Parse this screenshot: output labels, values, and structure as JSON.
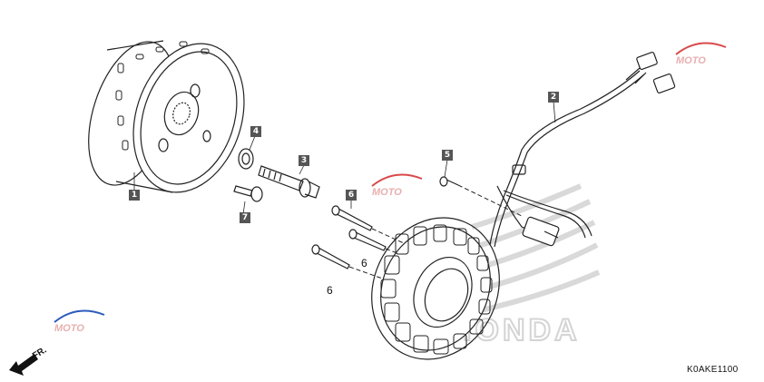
{
  "callouts": [
    {
      "id": "1",
      "part": "flywheel"
    },
    {
      "id": "2",
      "part": "wire-harness"
    },
    {
      "id": "3",
      "part": "flange-bolt"
    },
    {
      "id": "4",
      "part": "washer"
    },
    {
      "id": "5",
      "part": "small-bolt"
    },
    {
      "id": "6",
      "part": "stator-bolt"
    },
    {
      "id": "7",
      "part": "screw"
    }
  ],
  "quantity_labels": [
    "6",
    "6"
  ],
  "direction_label": "FR.",
  "diagram_code": "K0AKE1100",
  "watermark": {
    "brand": "HONDA",
    "site_text": "MOTO"
  },
  "colors": {
    "line": "#222222",
    "callout_bg": "#555555",
    "watermark_gray": "#d6d6d6",
    "watermark_accent": "#d94a4a",
    "watermark_blue": "#2d5bbd"
  }
}
